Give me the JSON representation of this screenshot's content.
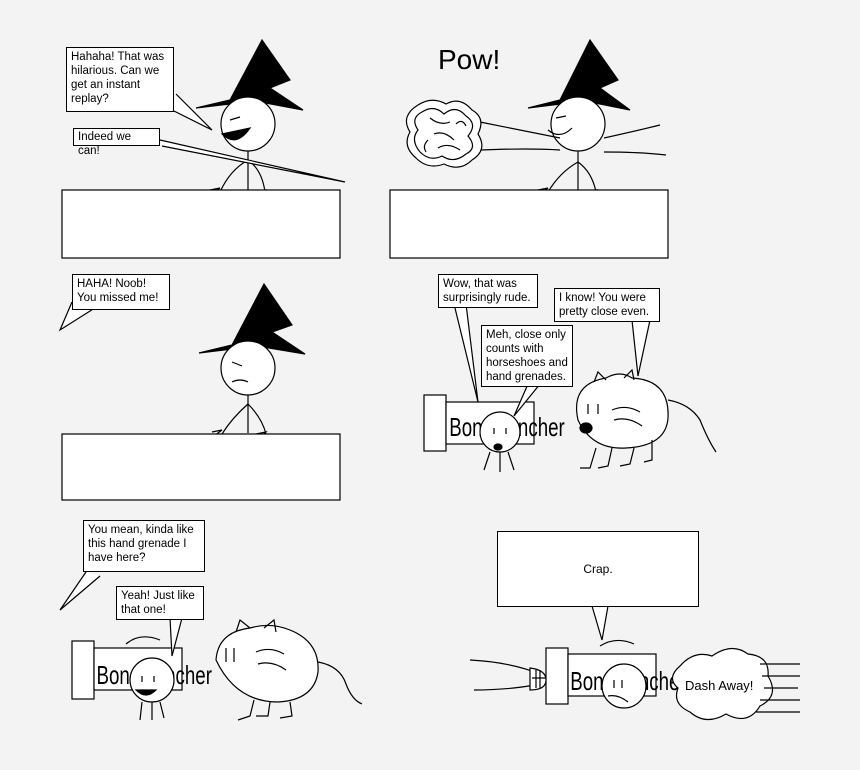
{
  "panel1": {
    "bubble_laugh": "Hahaha! That was\nhilarious. Can we\nget an instant\nreplay?",
    "bubble_indeed": "Indeed we can!"
  },
  "panel2": {
    "sfx": "Pow!"
  },
  "panel3": {
    "bubble_noob": "HAHA! Noob!\nYou missed me!"
  },
  "panel4": {
    "bubble_rude": "Wow, that was\nsurprisingly rude.",
    "bubble_close": "I know! You were\npretty close even.",
    "bubble_horseshoes": "Meh, close only\ncounts with\nhorseshoes and\nhand grenades.",
    "box_label": "Bonelauncher"
  },
  "panel5": {
    "bubble_grenade": "You mean, kinda like\nthis hand grenade I\nhave here?",
    "bubble_yeah": "Yeah! Just like\nthat one!",
    "box_label": "Bonelauncher"
  },
  "panel6": {
    "bubble_crap": "Crap.",
    "box_label": "Bonelauncher",
    "dash_text": "Dash Away!"
  }
}
